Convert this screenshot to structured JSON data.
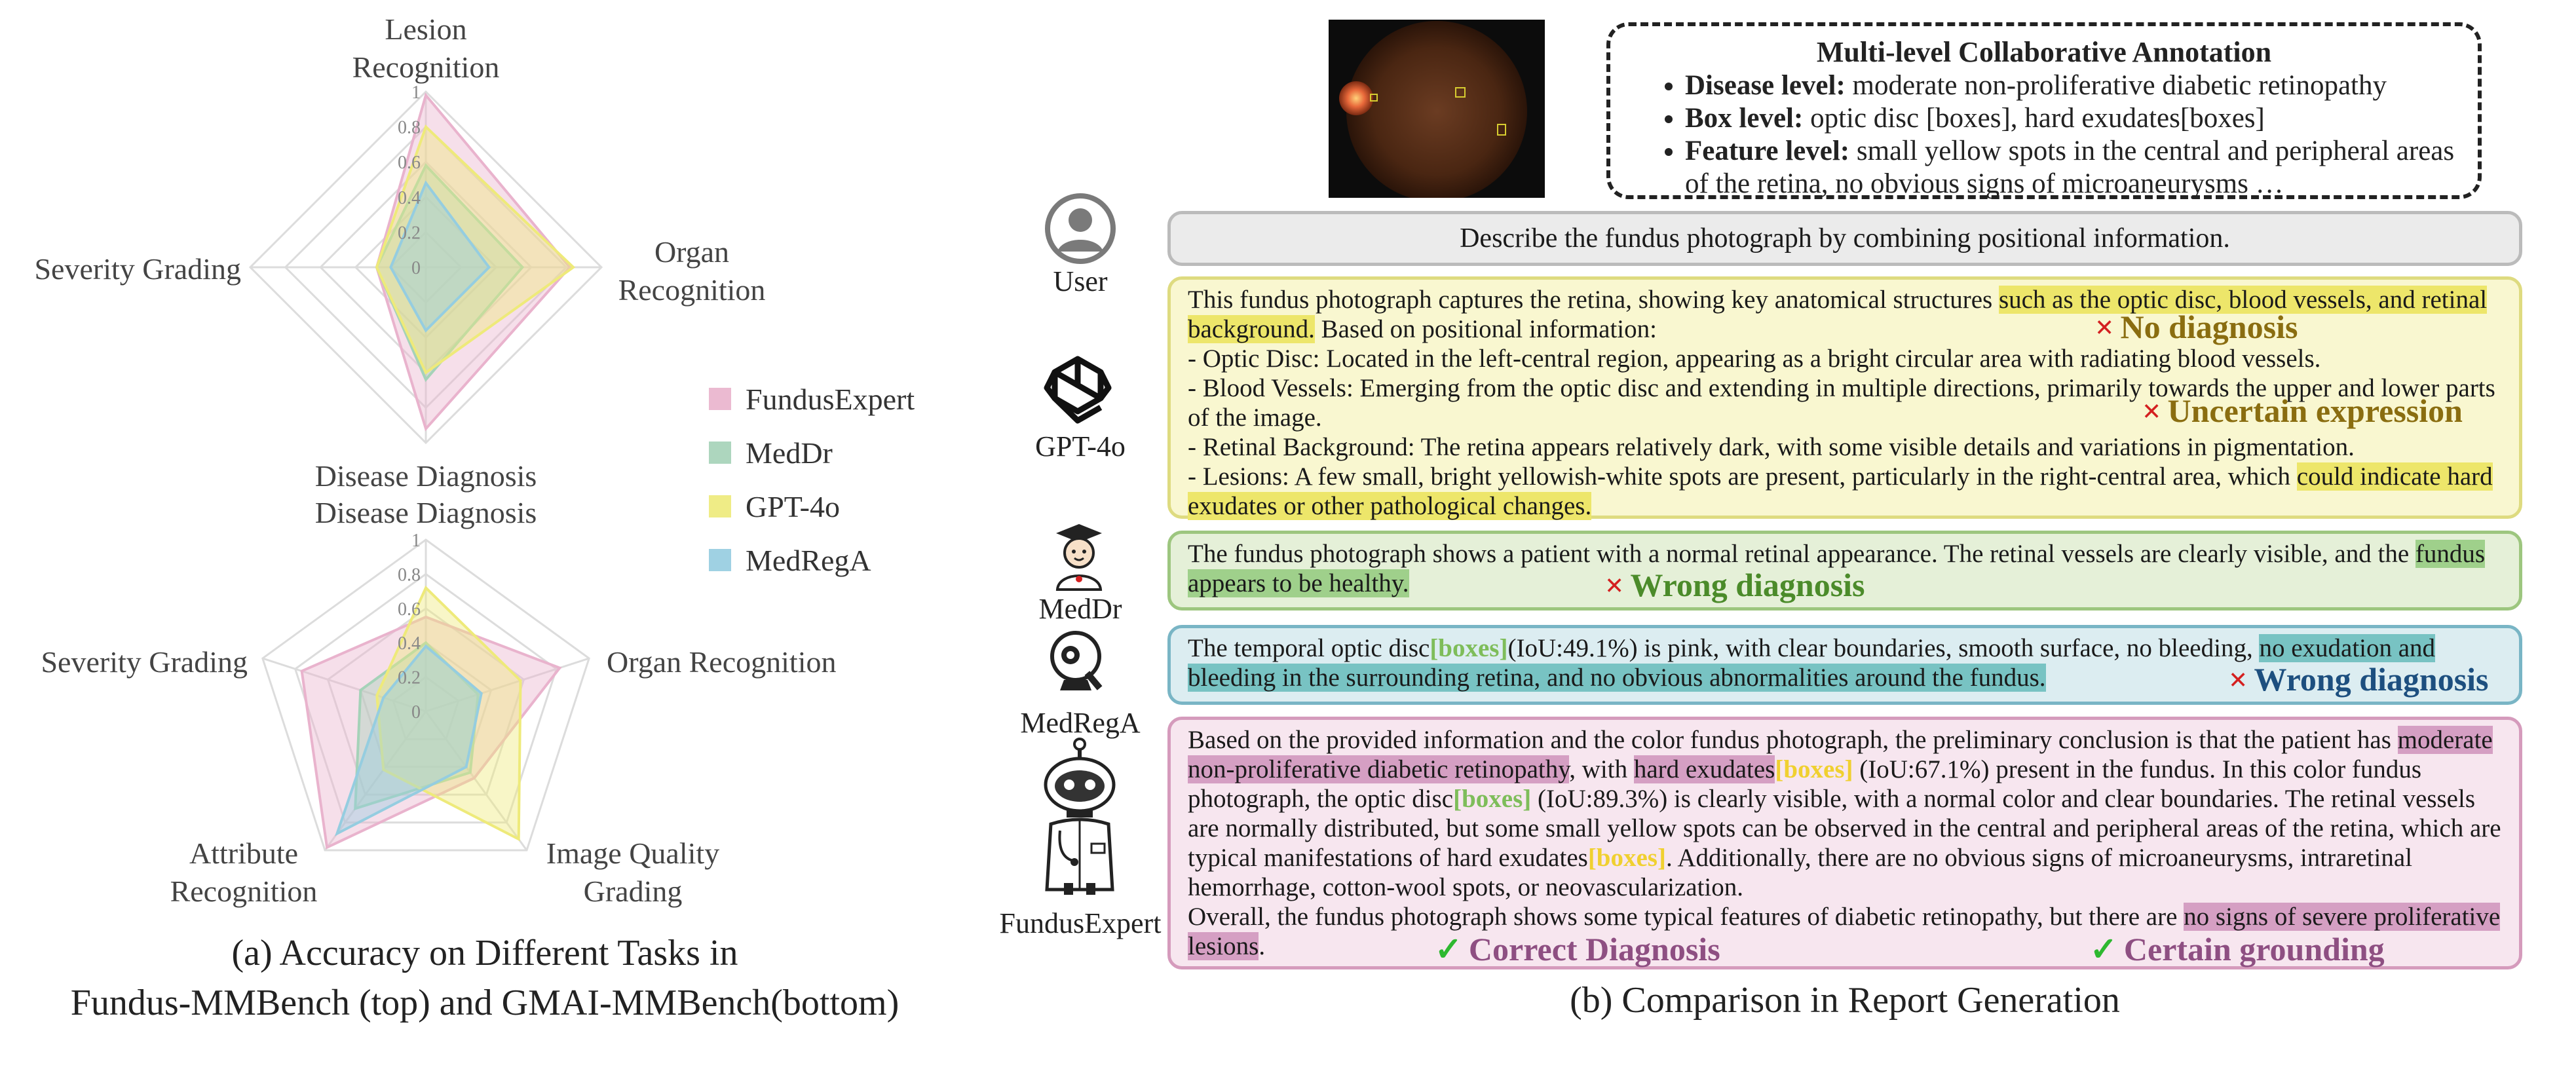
{
  "left_panel": {
    "caption_line1": "(a)   Accuracy on Different Tasks in",
    "caption_line2": "Fundus-MMBench (top) and GMAI-MMBench(bottom)"
  },
  "legend": [
    {
      "name": "FundusExpert",
      "color": "#e9b3cd"
    },
    {
      "name": "MedDr",
      "color": "#a5d2b8"
    },
    {
      "name": "GPT-4o",
      "color": "#eeea7a"
    },
    {
      "name": "MedRegA",
      "color": "#95cde0"
    }
  ],
  "chart_data": [
    {
      "type": "radar",
      "title": "",
      "axes": [
        "Lesion Recognition",
        "Organ Recognition",
        "Disease Diagnosis",
        "Severity Grading"
      ],
      "axis_label_lines": [
        [
          "Lesion",
          "Recognition"
        ],
        [
          "Organ",
          "Recognition"
        ],
        [
          "Disease Diagnosis"
        ],
        [
          "Severity Grading"
        ]
      ],
      "ticks": [
        "0",
        "0.2",
        "0.4",
        "0.6",
        "0.8",
        "1"
      ],
      "range": [
        0,
        1
      ],
      "series": [
        {
          "name": "FundusExpert",
          "values": [
            0.98,
            0.82,
            0.92,
            0.28
          ]
        },
        {
          "name": "MedDr",
          "values": [
            0.58,
            0.55,
            0.64,
            0.28
          ]
        },
        {
          "name": "GPT-4o",
          "values": [
            0.8,
            0.84,
            0.6,
            0.28
          ]
        },
        {
          "name": "MedRegA",
          "values": [
            0.48,
            0.36,
            0.36,
            0.2
          ]
        }
      ]
    },
    {
      "type": "radar",
      "title": "",
      "axes": [
        "Disease Diagnosis",
        "Organ Recognition",
        "Image Quality Grading",
        "Attribute Recognition",
        "Severity Grading"
      ],
      "axis_label_lines": [
        [
          "Disease Diagnosis"
        ],
        [
          "Organ Recognition"
        ],
        [
          "Image Quality",
          "Grading"
        ],
        [
          "Attribute",
          "Recognition"
        ],
        [
          "Severity Grading"
        ]
      ],
      "ticks": [
        "0",
        "0.2",
        "0.4",
        "0.6",
        "0.8",
        "1"
      ],
      "range": [
        0,
        1
      ],
      "series": [
        {
          "name": "FundusExpert",
          "values": [
            0.55,
            0.82,
            0.48,
            0.98,
            0.76
          ]
        },
        {
          "name": "MedDr",
          "values": [
            0.4,
            0.32,
            0.44,
            0.7,
            0.4
          ]
        },
        {
          "name": "GPT-4o",
          "values": [
            0.72,
            0.58,
            0.92,
            0.42,
            0.3
          ]
        },
        {
          "name": "MedRegA",
          "values": [
            0.38,
            0.34,
            0.4,
            0.88,
            0.26
          ]
        }
      ]
    }
  ],
  "right_panel": {
    "caption": "(b)  Comparison in Report Generation",
    "annotation": {
      "title": "Multi-level Collaborative Annotation",
      "items": [
        {
          "label": "Disease level:",
          "text": " moderate non-proliferative diabetic retinopathy"
        },
        {
          "label": "Box level:",
          "text": " optic disc [boxes], hard exudates[boxes]"
        },
        {
          "label": "Feature level:",
          "text": " small yellow spots in the central and peripheral areas of the retina, no obvious signs of microaneurysms …"
        }
      ]
    },
    "user": {
      "label": "User",
      "prompt": "Describe the fundus photograph by combining positional information."
    },
    "gpt": {
      "label": "GPT-4o",
      "p1a": "This fundus photograph captures the retina, showing key anatomical structures ",
      "p1h": "such as the optic disc, blood vessels, and retinal background.",
      "p1b": " Based on positional information:",
      "l1": "- Optic Disc: Located in the left-central region, appearing as a bright circular area with radiating blood vessels.",
      "l2": "- Blood Vessels: Emerging from the optic disc and extending in multiple directions, primarily towards the upper and lower parts of the image.",
      "l3": "- Retinal Background: The retina appears relatively dark, with some visible details and variations in pigmentation.",
      "l4a": "- Lesions: A few small, bright yellowish-white spots are present, particularly in the right-central area, which ",
      "l4h": "could indicate hard exudates or other pathological changes.",
      "tag1": "No diagnosis",
      "tag2": "Uncertain expression"
    },
    "meddr": {
      "label": "MedDr",
      "t1": "The fundus photograph shows a patient with a normal retinal appearance. The retinal vessels are clearly visible, and the ",
      "h1": "fundus appears to be healthy.",
      "tag": "Wrong diagnosis"
    },
    "medrega": {
      "label": "MedRegA",
      "t1": "The temporal optic disc",
      "box": "[boxes]",
      "t2": "(IoU:49.1%) is pink, with clear boundaries, smooth surface, no bleeding, ",
      "h1": "no exudation and bleeding in the surrounding retina, and no obvious abnormalities around the fundus.",
      "tag": "Wrong diagnosis"
    },
    "fundusexpert": {
      "label": "FundusExpert",
      "a1": "Based on the provided information and the color fundus photograph, the preliminary conclusion is that the patient has ",
      "h1": "moderate non-proliferative diabetic retinopathy",
      "a2": ", with ",
      "h2": "hard exudates",
      "box1": "[boxes]",
      "a3": " (IoU:67.1%) present in the fundus. In this color fundus photograph, the optic disc",
      "box2": "[boxes]",
      "a4": " (IoU:89.3%) is clearly visible, with a normal color and clear boundaries. The retinal vessels are normally distributed, but some small yellow spots can be observed in the central and peripheral areas of the retina, which are typical manifestations of hard exudates",
      "box3": "[boxes]",
      "a5": ". Additionally, there are no obvious signs of microaneurysms, intraretinal hemorrhage, cotton-wool spots, or neovascularization.",
      "a6": "Overall, the fundus photograph shows some typical features of diabetic retinopathy, but there are ",
      "h3": "no signs of severe proliferative lesions",
      "a7": ".",
      "tag1": "Correct Diagnosis",
      "tag2": "Certain grounding"
    },
    "marks": {
      "cross": "×",
      "check": "✓"
    },
    "colors": {
      "gpt_tag": "#8a6d10",
      "meddr_tag": "#4b8b2a",
      "medrega_tag": "#1d4f7f",
      "fe_tag": "#8e4f82"
    }
  }
}
